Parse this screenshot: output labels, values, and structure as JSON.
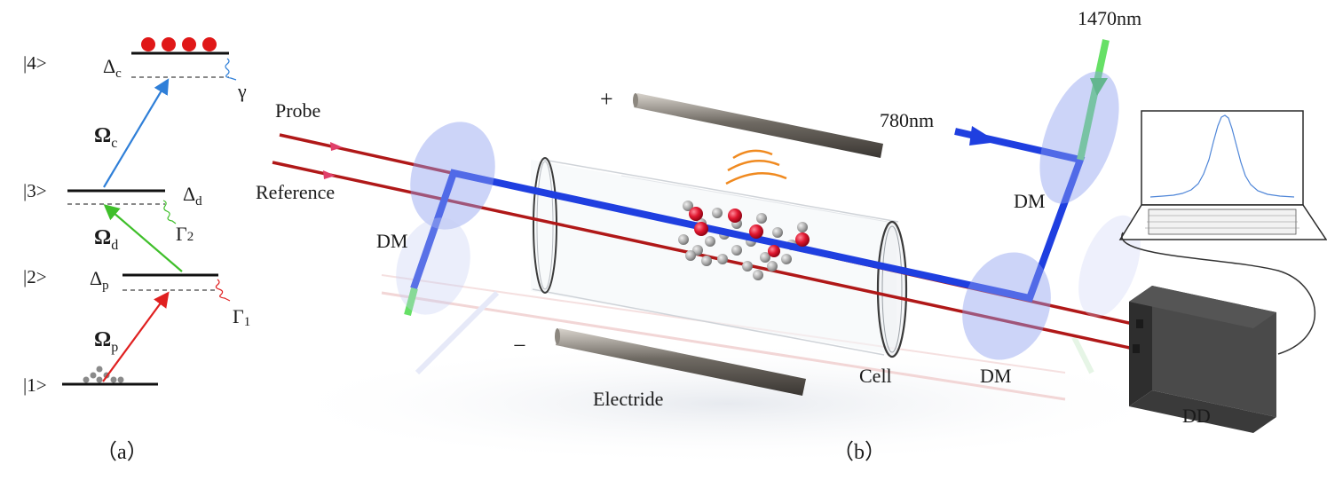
{
  "panel_a": {
    "states": [
      {
        "label": "|4>",
        "detuning": "Δ",
        "detuning_sub": "c",
        "decay": "γ",
        "decay_sub": ""
      },
      {
        "label": "|3>",
        "detuning": "Δ",
        "detuning_sub": "d",
        "decay": "Γ",
        "decay_sub": "2"
      },
      {
        "label": "|2>",
        "detuning": "Δ",
        "detuning_sub": "p",
        "decay": "Γ",
        "decay_sub": "1"
      },
      {
        "label": "|1>",
        "detuning": "",
        "detuning_sub": "",
        "decay": "",
        "decay_sub": ""
      }
    ],
    "couplings": [
      {
        "symbol": "Ω",
        "sub": "c",
        "color": "#2f7fd8"
      },
      {
        "symbol": "Ω",
        "sub": "d",
        "color": "#3fbf2a"
      },
      {
        "symbol": "Ω",
        "sub": "p",
        "color": "#e02020"
      }
    ],
    "caption": "（a）"
  },
  "panel_b": {
    "probe": "Probe",
    "reference": "Reference",
    "plus": "+",
    "minus": "−",
    "wavelength_blue": "780nm",
    "wavelength_green": "1470nm",
    "dm_left": "DM",
    "dm_right_top": "DM",
    "dm_right_bottom": "DM",
    "cell": "Cell",
    "electrode": "Electride",
    "detector": "DD",
    "caption": "（b）"
  },
  "colors": {
    "probe_beam": "#b01818",
    "coupling_beam": "#1f3fe0",
    "dressing_beam": "#66e066",
    "rydberg_atom": "#e01830",
    "ground_atom": "#a0a0a0",
    "field_wave": "#f08a20",
    "detector_body": "#3b3b3b"
  },
  "icons": [
    "laptop-icon",
    "detector-box",
    "vapor-cell",
    "electrode-rod",
    "dichroic-mirror"
  ]
}
